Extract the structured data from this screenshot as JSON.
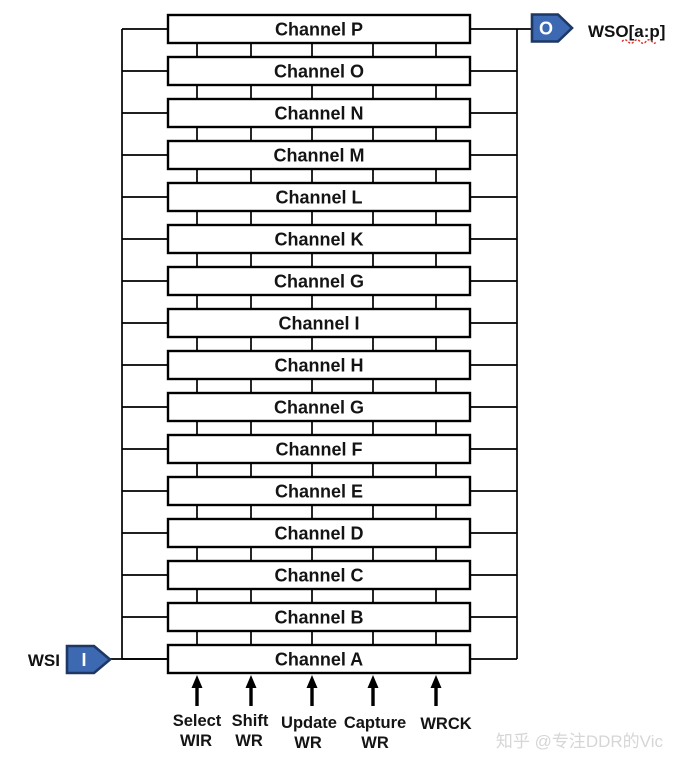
{
  "ports": {
    "input": {
      "label": "WSI",
      "letter": "I"
    },
    "output": {
      "label": "WSO[a:p]",
      "letter": "O"
    }
  },
  "channels": [
    "Channel P",
    "Channel O",
    "Channel N",
    "Channel M",
    "Channel L",
    "Channel K",
    "Channel G",
    "Channel I",
    "Channel H",
    "Channel G",
    "Channel F",
    "Channel E",
    "Channel D",
    "Channel C",
    "Channel B",
    "Channel A"
  ],
  "control_signals": [
    {
      "line1": "Select",
      "line2": "WIR"
    },
    {
      "line1": "Shift",
      "line2": "WR"
    },
    {
      "line1": "Update",
      "line2": "WR"
    },
    {
      "line1": "Capture",
      "line2": "WR"
    },
    {
      "line1": "WRCK",
      "line2": ""
    }
  ],
  "watermark": "知乎 @专注DDR的Vic",
  "colors": {
    "port_fill": "#3c69b2",
    "port_border": "#1d3864",
    "line": "#000000",
    "box_fill": "#ffffff",
    "box_border": "#000000",
    "text": "#141414",
    "spellcheck_red": "#e02b20",
    "watermark_gray": "#d6d6d6"
  }
}
